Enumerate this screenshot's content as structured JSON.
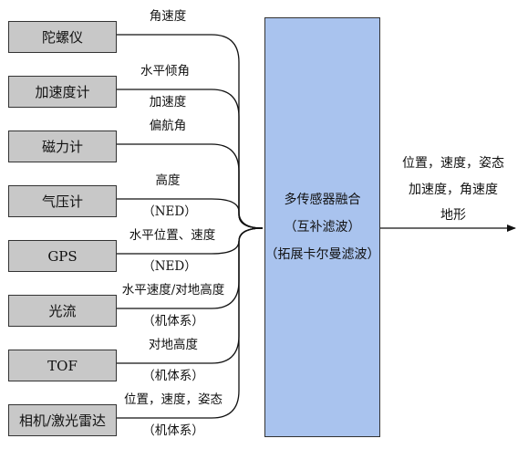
{
  "sensors": [
    {
      "name": "陀螺仪",
      "outputs": [
        "角速度"
      ]
    },
    {
      "name": "加速度计",
      "outputs": [
        "水平倾角",
        "加速度"
      ]
    },
    {
      "name": "磁力计",
      "outputs": [
        "偏航角"
      ]
    },
    {
      "name": "气压计",
      "outputs": [
        "高度",
        "（NED）"
      ]
    },
    {
      "name": "GPS",
      "outputs": [
        "水平位置、速度",
        "（NED）"
      ]
    },
    {
      "name": "光流",
      "outputs": [
        "水平速度/对地高度",
        "（机体系）"
      ]
    },
    {
      "name": "TOF",
      "outputs": [
        "对地高度",
        "（机体系）"
      ]
    },
    {
      "name": "相机/激光雷达",
      "outputs": [
        "位置，速度，姿态",
        "（机体系）"
      ]
    }
  ],
  "fusion": {
    "line1": "多传感器融合",
    "line2": "（互补滤波）",
    "line3": "（拓展卡尔曼滤波）"
  },
  "output": {
    "line1": "位置，速度，姿态",
    "line2": "加速度，角速度",
    "line3": "地形"
  },
  "colors": {
    "sensor_fill": "#c8c8c8",
    "fusion_fill": "#a9c3ee",
    "line": "#111111"
  }
}
